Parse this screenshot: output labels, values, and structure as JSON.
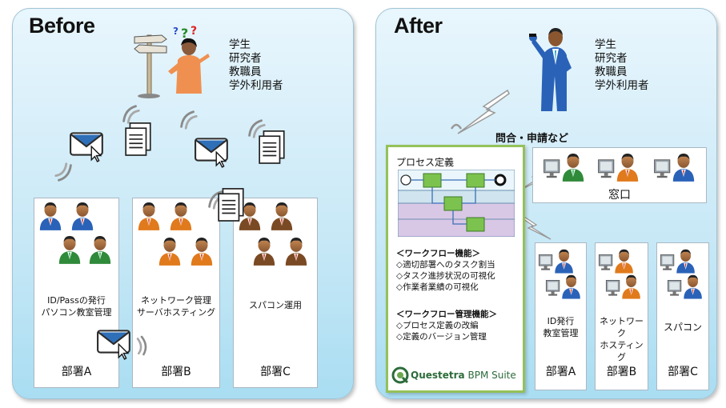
{
  "before": {
    "title": "Before",
    "users": [
      "学生",
      "研究者",
      "教職員",
      "学外利用者"
    ],
    "departments": [
      {
        "desc": [
          "ID/Passの発行",
          "パソコン教室管理"
        ],
        "name": "部署A"
      },
      {
        "desc": [
          "ネットワーク管理",
          "サーバホスティング"
        ],
        "name": "部署B"
      },
      {
        "desc": [
          "スパコン運用"
        ],
        "name": "部署C"
      }
    ]
  },
  "after": {
    "title": "After",
    "users": [
      "学生",
      "研究者",
      "教職員",
      "学外利用者"
    ],
    "inquiry": "問合・申請など",
    "process_title": "プロセス定義",
    "workflow_heading": "＜ワークフロー機能＞",
    "workflow_items": [
      "◇適切部署へのタスク割当",
      "◇タスク進捗状況の可視化",
      "◇作業者業績の可視化"
    ],
    "management_heading": "＜ワークフロー管理機能＞",
    "management_items": [
      "◇プロセス定義の改編",
      "◇定義のバージョン管理"
    ],
    "brand_name": "Questetra",
    "brand_suffix": "BPM Suite",
    "window_label": "窓口",
    "departments": [
      {
        "desc": [
          "ID発行",
          "教室管理"
        ],
        "name": "部署A"
      },
      {
        "desc": [
          "ネットワーク",
          "ホスティング"
        ],
        "name": "部署B"
      },
      {
        "desc": [
          "スパコン"
        ],
        "name": "部署C"
      }
    ]
  },
  "colors": {
    "panel_gradient_top": "#e9f6fd",
    "panel_gradient_bottom": "#a9ddf2",
    "green_border": "#94c158",
    "suit_blue": "#2a62b8",
    "suit_green": "#2f8a3a",
    "suit_orange": "#e07a1c",
    "suit_brown": "#7a4a24"
  },
  "icons": [
    "signpost-icon",
    "confused-person-icon",
    "businessman-phone-icon",
    "person-icon",
    "envelope-icon",
    "document-icon",
    "signal-wave-icon",
    "lightning-icon",
    "computer-user-icon",
    "questetra-logo-icon"
  ]
}
